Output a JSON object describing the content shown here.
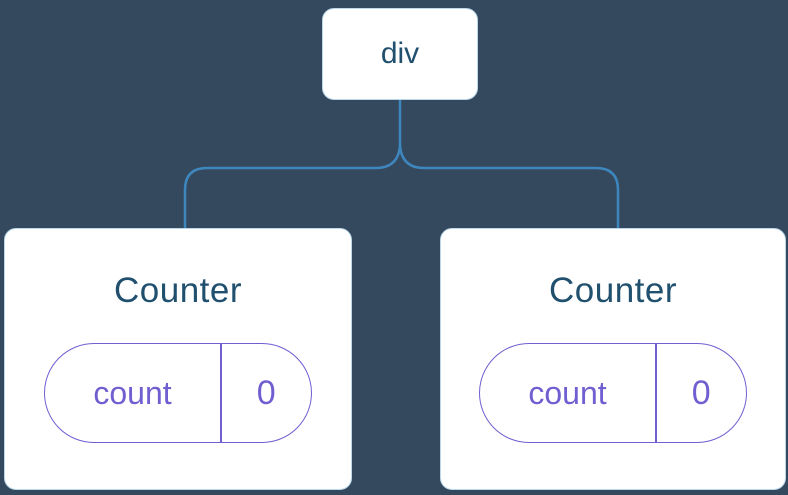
{
  "colors": {
    "background": "#35495E",
    "connector": "#3E86BE",
    "node_background": "#FFFFFF",
    "node_border": "#BBD9EA",
    "title_text": "#20506E",
    "state_text": "#6F5FD0"
  },
  "tree": {
    "root": {
      "label": "div"
    },
    "children": [
      {
        "title": "Counter",
        "state": {
          "key": "count",
          "value": "0"
        }
      },
      {
        "title": "Counter",
        "state": {
          "key": "count",
          "value": "0"
        }
      }
    ]
  }
}
